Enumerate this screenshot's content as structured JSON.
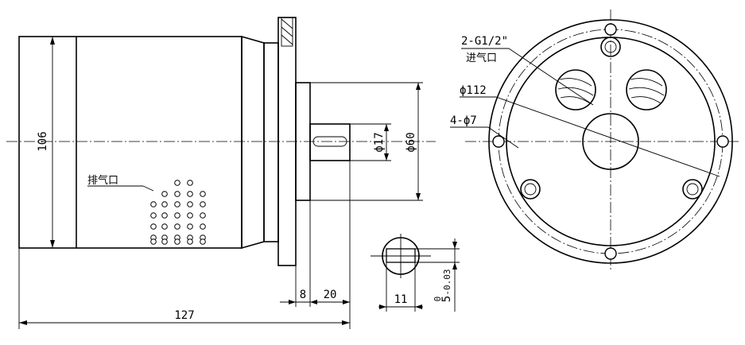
{
  "labels": {
    "exhaust_port": "排气口",
    "inlet_port": "进气口",
    "thread_spec": "2-G1/2\"",
    "pcd": "ϕ112",
    "mount_holes": "4-ϕ7",
    "body_diameter": "106",
    "shaft_diameter": "ϕ17",
    "pilot_diameter": "ϕ60",
    "flange_thickness": "8",
    "shaft_length": "20",
    "overall_length": "127",
    "key_width": "11",
    "key_depth": "5",
    "tol_upper": "0",
    "tol_lower": "-0.03"
  }
}
